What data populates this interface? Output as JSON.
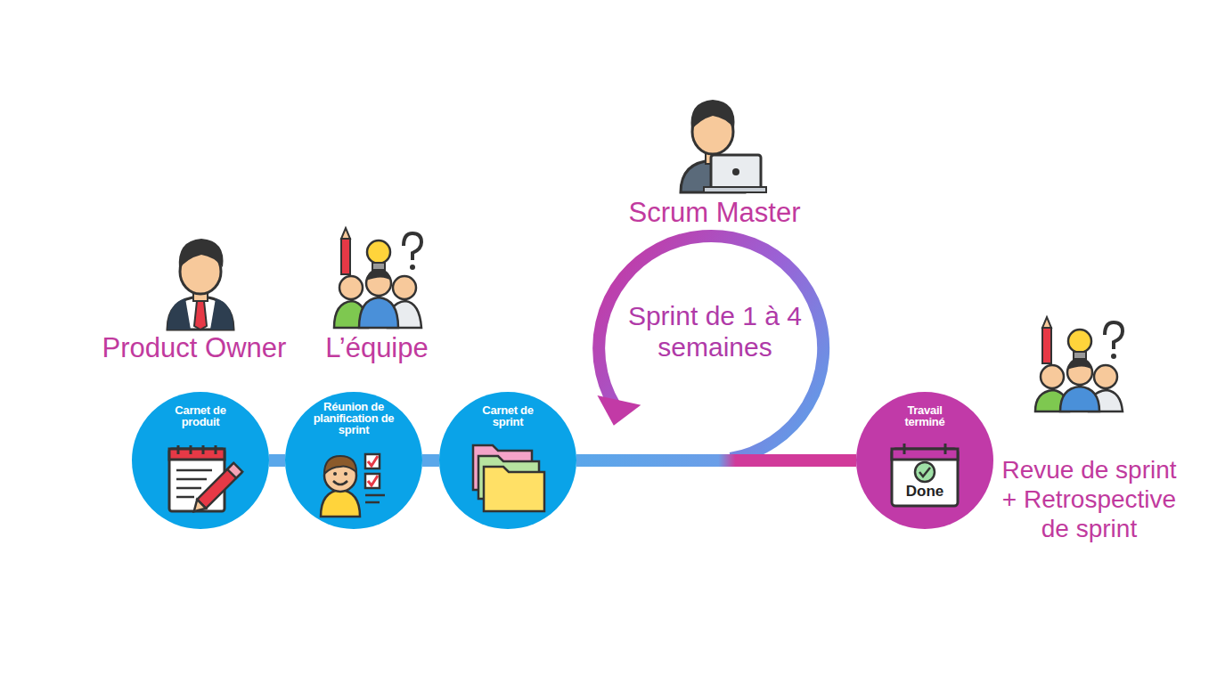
{
  "diagram": {
    "nodes": [
      {
        "text": [
          "Carnet de produit"
        ]
      },
      {
        "text": [
          "Réunion de planification de sprint"
        ]
      },
      {
        "text": [
          "Carnet de sprint"
        ]
      },
      {
        "text": [
          "Travail terminé"
        ]
      }
    ],
    "edges": [
      {
        "from": 0,
        "to": 1,
        "arrow": "none"
      },
      {
        "from": 1,
        "to": 2,
        "arrow": "none"
      },
      {
        "from": 2,
        "to": 3,
        "arrow": "none"
      }
    ],
    "labels": [
      "Product Owner",
      "L’équipe",
      "Scrum Master",
      "Sprint de 1 à 4 semaines",
      "Done",
      "Revue de sprint + Retrospective de sprint"
    ]
  }
}
